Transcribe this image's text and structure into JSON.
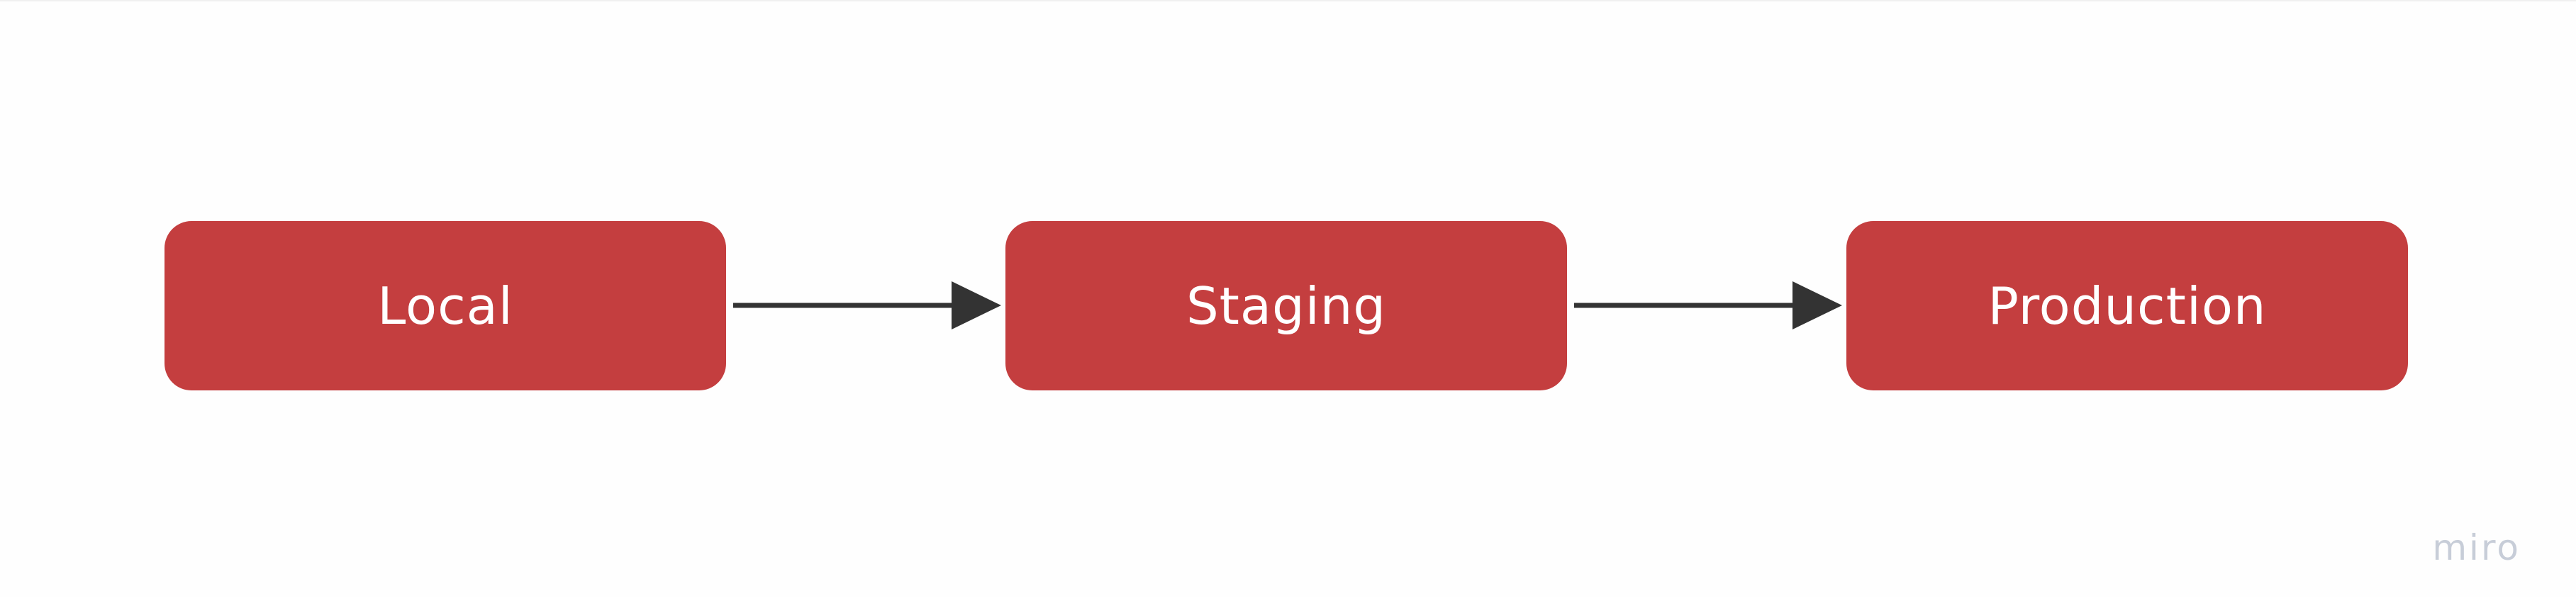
{
  "diagram": {
    "nodes": [
      {
        "label": "Local"
      },
      {
        "label": "Staging"
      },
      {
        "label": "Production"
      }
    ],
    "edges": [
      {
        "from": "Local",
        "to": "Staging"
      },
      {
        "from": "Staging",
        "to": "Production"
      }
    ]
  },
  "colors": {
    "node_fill": "#c43e3f",
    "node_text": "#ffffff",
    "arrow": "#333333",
    "watermark": "#c7cdd8"
  },
  "watermark": {
    "text": "miro"
  }
}
